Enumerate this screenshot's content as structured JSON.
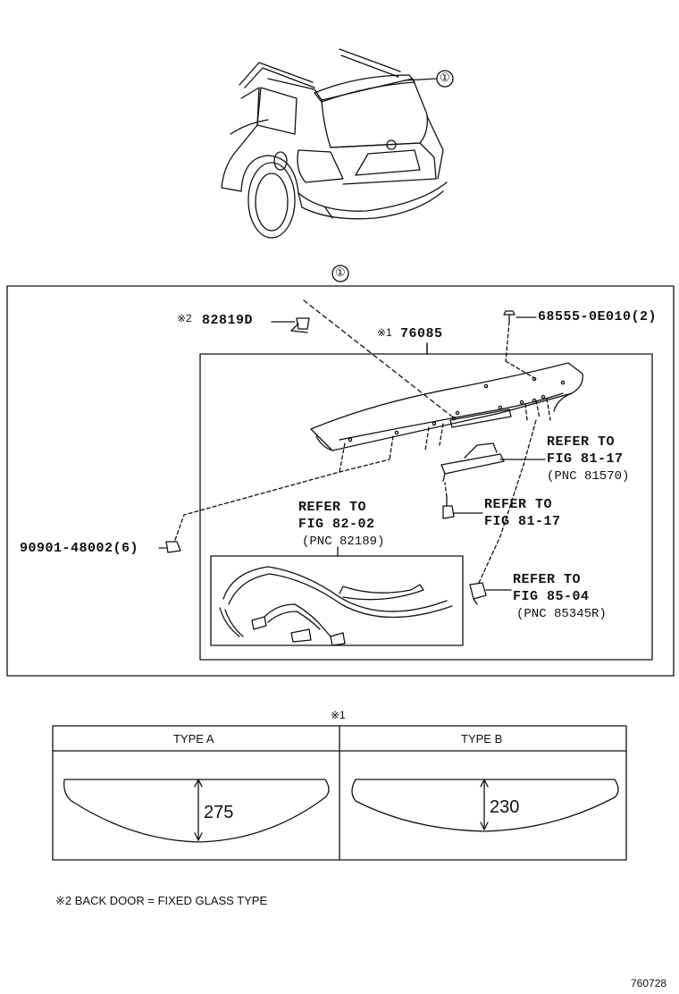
{
  "diagram": {
    "callout_top": "①",
    "callout_assembly": "①",
    "parts": {
      "clip_marked": "※2",
      "clip_number": "82819D",
      "spoiler_marked": "※1",
      "spoiler_number": "76085",
      "screw_number": "68555-0E010(2)",
      "bolt_number": "90901-48002(6)"
    },
    "refs": [
      {
        "line1": "REFER TO",
        "line2": "FIG 81-17",
        "line3": "(PNC 81570)"
      },
      {
        "line1": "REFER TO",
        "line2": "FIG 81-17"
      },
      {
        "line1": "REFER TO",
        "line2": "FIG 82-02",
        "line3": "(PNC 82189)"
      },
      {
        "line1": "REFER TO",
        "line2": "FIG 85-04",
        "line3": "(PNC 85345R)"
      }
    ]
  },
  "types_table": {
    "mark": "※1",
    "headers": [
      "TYPE A",
      "TYPE B"
    ],
    "dimensions": [
      "275",
      "230"
    ]
  },
  "footnote": "※2 BACK DOOR = FIXED GLASS TYPE",
  "figure_id": "760728"
}
